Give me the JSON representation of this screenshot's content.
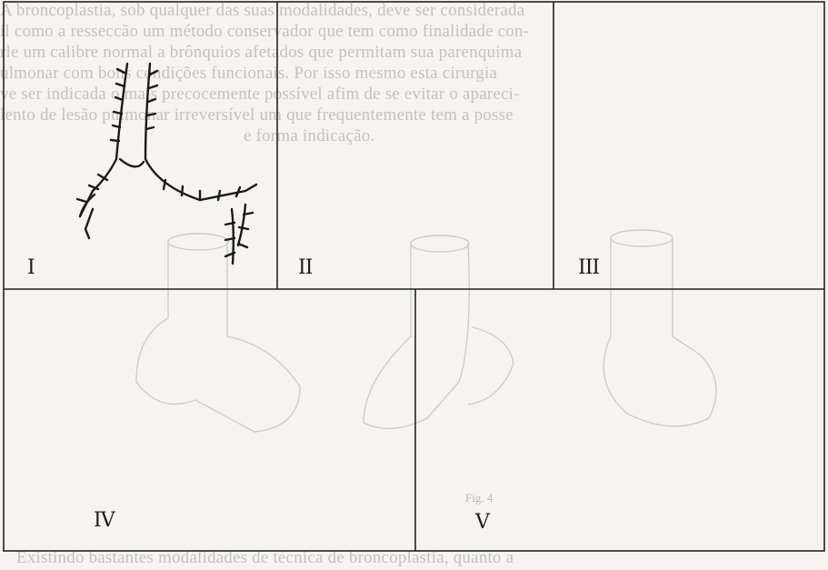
{
  "figure": {
    "panels": [
      {
        "id": "I",
        "label": "I"
      },
      {
        "id": "II",
        "label": "II"
      },
      {
        "id": "III",
        "label": "III"
      },
      {
        "id": "IV",
        "label": "IV"
      },
      {
        "id": "V",
        "label": "V"
      }
    ],
    "bleed_through_top": [
      "A broncoplastia, sob qualquer das suas modalidades, deve ser considerada",
      "il como a resseccão um método conservador que tem como finalidade con-",
      "rle um calibre normal a brônquios afetados que permitam sua parenquima",
      "ulmonar com bons condições funcionais. Por isso mesmo esta cirurgia",
      "ve ser indicada o mais precocemente possível afim de se evitar o apareci-",
      "lento de lesão pulmonar irreversível um que frequentemente tem a posse",
      "e forma  indicação."
    ],
    "bleed_through_bottom": "Existindo  bastantes  modalidades  de  técnica  de  broncoplastia,  quanto  a",
    "faint_caption": "Fig. 4",
    "colors": {
      "ink": "#1c1c1c",
      "paper": "#f5f4f0",
      "bleed": "#a9a7a0"
    }
  }
}
